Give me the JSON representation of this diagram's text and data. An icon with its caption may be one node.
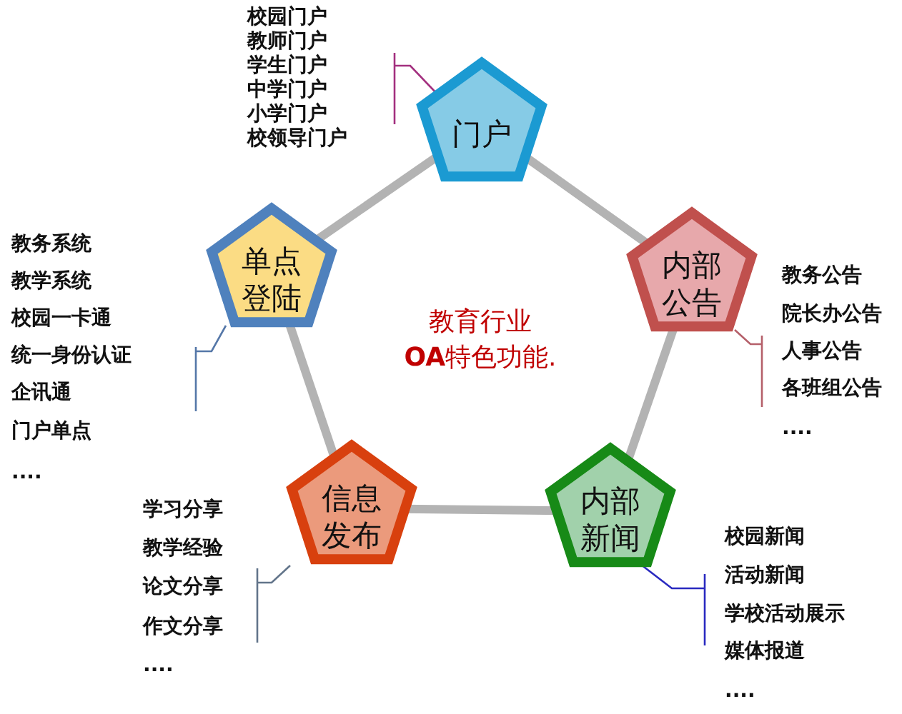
{
  "diagram": {
    "nodes": [
      {
        "text": [
          "门户"
        ]
      },
      {
        "text": [
          "内部公告"
        ]
      },
      {
        "text": [
          "内部新闻"
        ]
      },
      {
        "text": [
          "信息发布"
        ]
      },
      {
        "text": [
          "单点登陆"
        ]
      },
      {
        "text": [
          "校园门户",
          "教师门户",
          "学生门户",
          "中学门户",
          "小学门户",
          "校领导门户"
        ]
      },
      {
        "text": [
          "教务公告",
          "院长办公告",
          "人事公告",
          "各班组公告",
          "...."
        ]
      },
      {
        "text": [
          "校园新闻",
          "活动新闻",
          "学校活动展示",
          "媒体报道",
          "...."
        ]
      },
      {
        "text": [
          "学习分享",
          "教学经验",
          "论文分享",
          "作文分享",
          "...."
        ]
      },
      {
        "text": [
          "教务系统",
          "教学系统",
          "校园一卡通",
          "统一身份认证",
          "企讯通",
          "门户单点",
          "...."
        ]
      }
    ],
    "edges": [
      {
        "from": 0,
        "to": 1,
        "arrow": "none",
        "style": "thick"
      },
      {
        "from": 1,
        "to": 2,
        "arrow": "none",
        "style": "thick"
      },
      {
        "from": 2,
        "to": 3,
        "arrow": "none",
        "style": "thick"
      },
      {
        "from": 3,
        "to": 4,
        "arrow": "none",
        "style": "thick"
      },
      {
        "from": 4,
        "to": 0,
        "arrow": "none",
        "style": "thick"
      },
      {
        "from": 5,
        "to": 0,
        "arrow": "none",
        "color": "#a3307f"
      },
      {
        "from": 6,
        "to": 1,
        "arrow": "none",
        "color": "#b5606a"
      },
      {
        "from": 7,
        "to": 2,
        "arrow": "none",
        "color": "#2a2ac0"
      },
      {
        "from": 8,
        "to": 3,
        "arrow": "none",
        "color": "#62748a"
      },
      {
        "from": 9,
        "to": 4,
        "arrow": "none",
        "color": "#5577a8"
      }
    ],
    "labels": [
      "教育行业",
      "**OA**特色功能."
    ]
  }
}
